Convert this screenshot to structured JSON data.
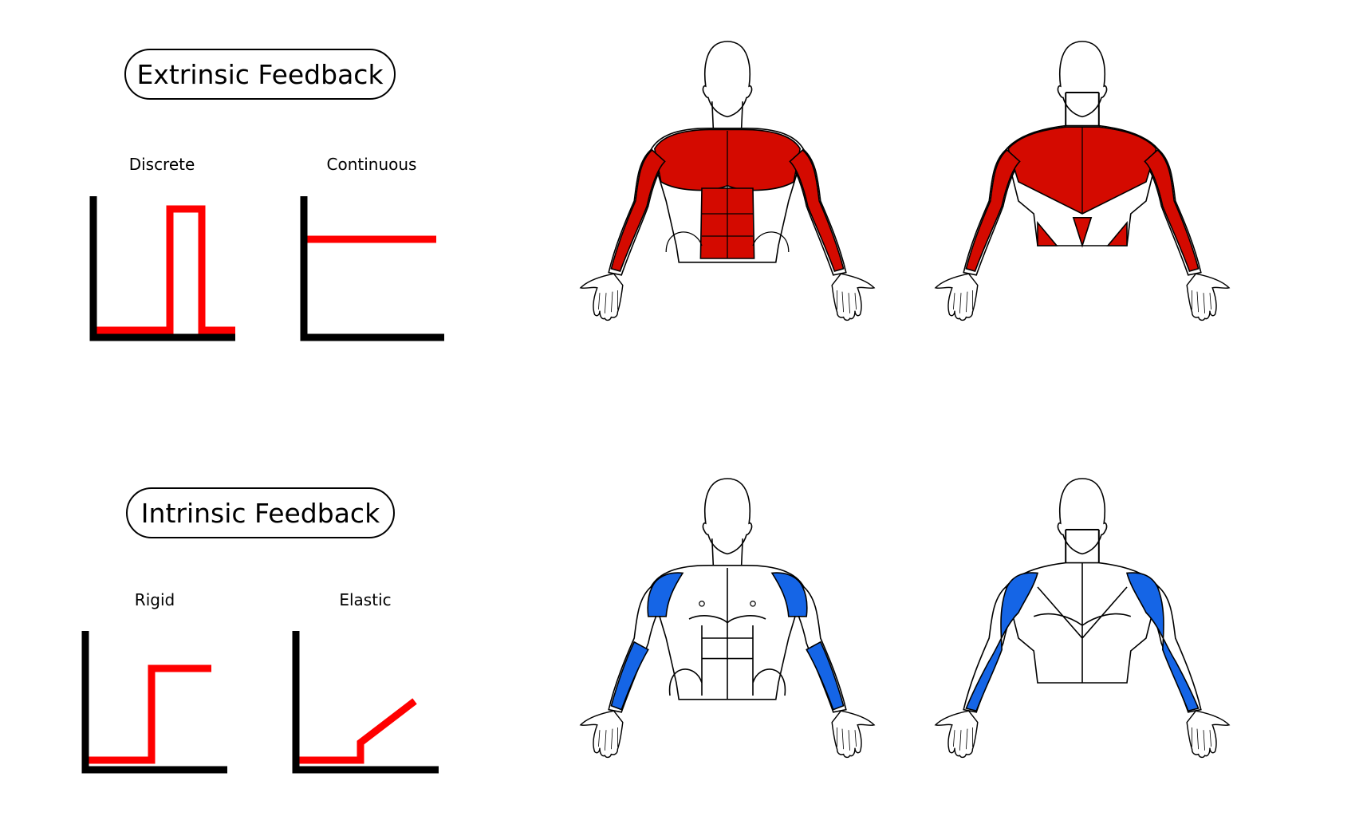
{
  "extrinsic": {
    "title": "Extrinsic Feedback",
    "graphs": [
      {
        "label": "Discrete"
      },
      {
        "label": "Continuous"
      }
    ]
  },
  "intrinsic": {
    "title": "Intrinsic Feedback",
    "graphs": [
      {
        "label": "Rigid"
      },
      {
        "label": "Elastic"
      }
    ]
  },
  "colors": {
    "signal": "#ff0000",
    "axis": "#000000",
    "extrinsic_muscle": "#d40a00",
    "intrinsic_muscle": "#1565e6"
  }
}
